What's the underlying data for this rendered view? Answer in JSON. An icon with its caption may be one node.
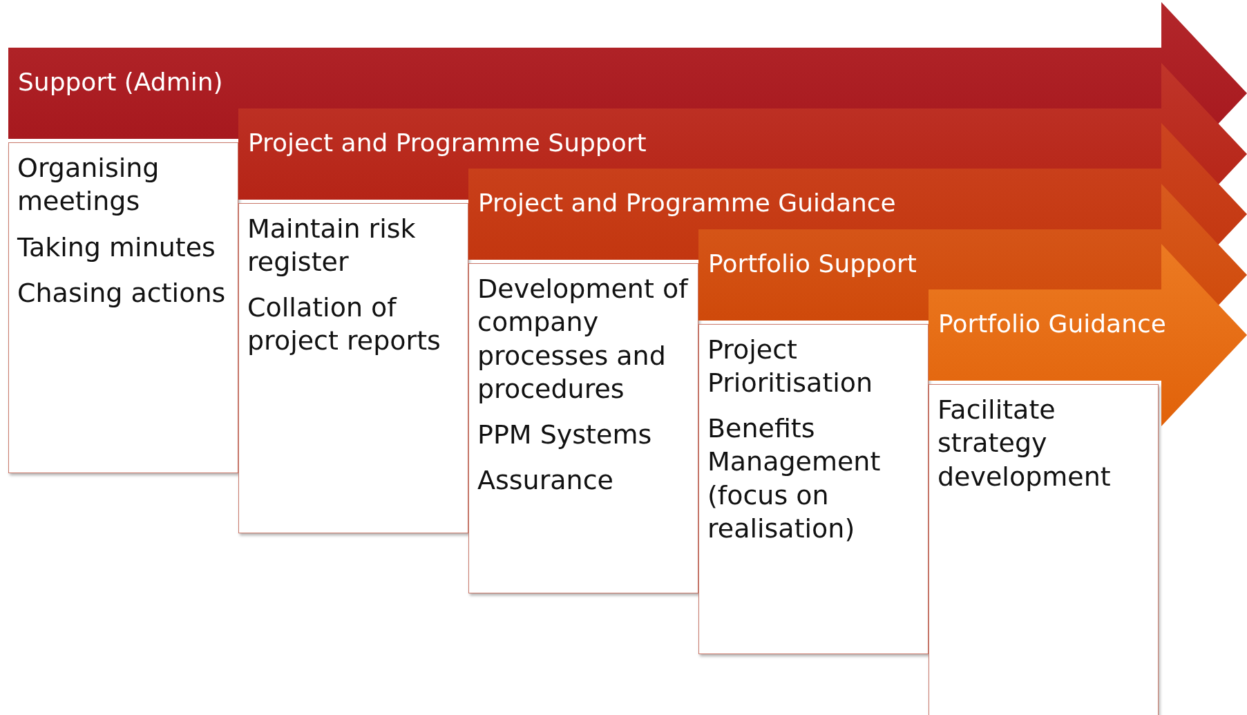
{
  "diagram": {
    "nodes": [
      {
        "text": [
          "Support (Admin)"
        ]
      },
      {
        "text": [
          "Organising meetings",
          "Taking minutes",
          "Chasing actions"
        ]
      },
      {
        "text": [
          "Project and Programme Support"
        ]
      },
      {
        "text": [
          "Maintain risk register",
          "Collation of project reports"
        ]
      },
      {
        "text": [
          "Project and Programme Guidance"
        ]
      },
      {
        "text": [
          "Development of company processes and procedures",
          "PPM Systems",
          "Assurance"
        ]
      },
      {
        "text": [
          "Portfolio Support"
        ]
      },
      {
        "text": [
          "Project Prioritisation",
          "Benefits Management (focus on realisation)"
        ]
      },
      {
        "text": [
          "Portfolio Guidance"
        ]
      },
      {
        "text": [
          "Facilitate strategy development"
        ]
      }
    ]
  }
}
